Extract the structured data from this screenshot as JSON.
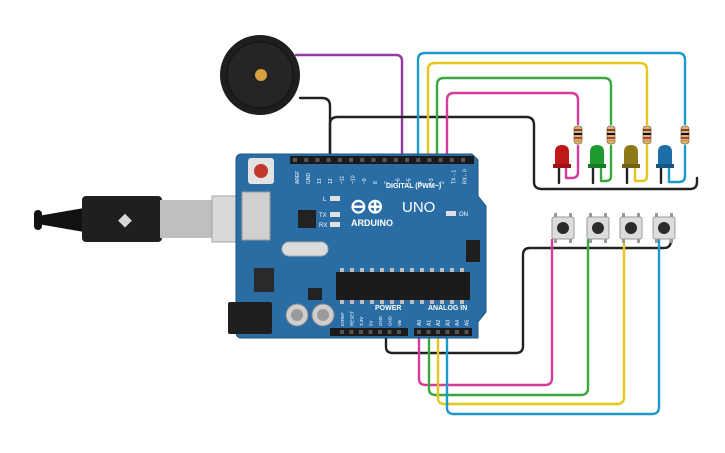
{
  "board": {
    "brand": "ARDUINO",
    "model": "UNO",
    "logo_symbol": "⊖⊕",
    "digital_header": "DIGITAL (PWM~)",
    "power_header": "POWER",
    "analog_header": "ANALOG IN",
    "aref": "AREF",
    "gnd": "GND",
    "on_label": "ON",
    "l_label": "L",
    "tx_label": "TX",
    "rx_label": "RX",
    "digital_pins": [
      "13",
      "12",
      "~11",
      "~10",
      "~9",
      "8",
      "7",
      "~6",
      "~5",
      "4",
      "~3",
      "2",
      "TX→1",
      "RX←0"
    ],
    "power_pins": [
      "IOREF",
      "RESET",
      "3.3V",
      "5V",
      "GND",
      "GND",
      "Vin"
    ],
    "analog_pins": [
      "A0",
      "A1",
      "A2",
      "A3",
      "A4",
      "A5"
    ]
  },
  "components": {
    "buzzer": "piezo-buzzer",
    "leds": [
      "red",
      "green",
      "yellow",
      "blue"
    ],
    "buttons": 4,
    "resistors": 4
  },
  "colors": {
    "board": "#2a6da4",
    "wire_black": "#222222",
    "wire_purple": "#8e3a9e",
    "wire_magenta": "#d63a9a",
    "wire_green": "#3aa83e",
    "wire_yellow": "#e6c619",
    "wire_cyan": "#1c9bcb",
    "led_red": "#c0171a",
    "led_green": "#1f9a2e",
    "led_yellow": "#8c7a1a",
    "led_blue": "#1c6ea6"
  }
}
